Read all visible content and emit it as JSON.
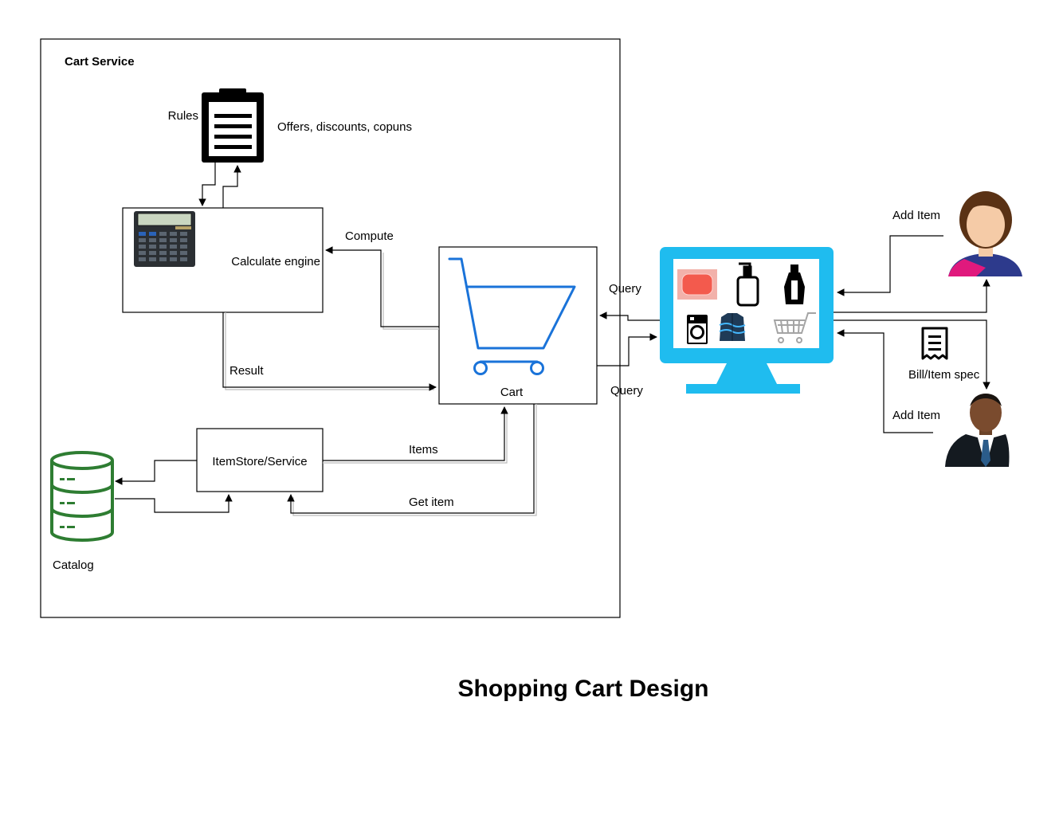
{
  "page_title": "Shopping Cart Design",
  "cart_service": {
    "title": "Cart Service",
    "rules": {
      "label": "Rules",
      "note": "Offers, discounts, copuns",
      "icon": "clipboard-icon"
    },
    "calc_engine": {
      "label": "Calculate engine",
      "icon": "calculator-icon"
    },
    "cart": {
      "label": "Cart",
      "icon": "shopping-cart-icon",
      "color": "#1a73d9"
    },
    "item_store": {
      "label": "ItemStore/Service"
    },
    "catalog": {
      "label": "Catalog",
      "icon": "database-icon",
      "color": "#2e7d32"
    }
  },
  "edges": {
    "compute": "Compute",
    "result": "Result",
    "items": "Items",
    "get_item": "Get item",
    "query_in": "Query",
    "query_out": "Query",
    "add_item_customer": "Add Item",
    "add_item_admin": "Add Item",
    "bill_item_spec": "Bill/Item spec"
  },
  "client": {
    "monitor_icon": "monitor-icon",
    "color": "#1fbcef",
    "products": [
      "soap-icon",
      "pump-bottle-icon",
      "perfume-bottle-icon",
      "washing-machine-icon",
      "jacket-icon",
      "shopping-cart-icon"
    ]
  },
  "actors": {
    "customer_icon": "woman-avatar-icon",
    "admin_icon": "businessman-avatar-icon",
    "receipt_icon": "receipt-icon"
  }
}
